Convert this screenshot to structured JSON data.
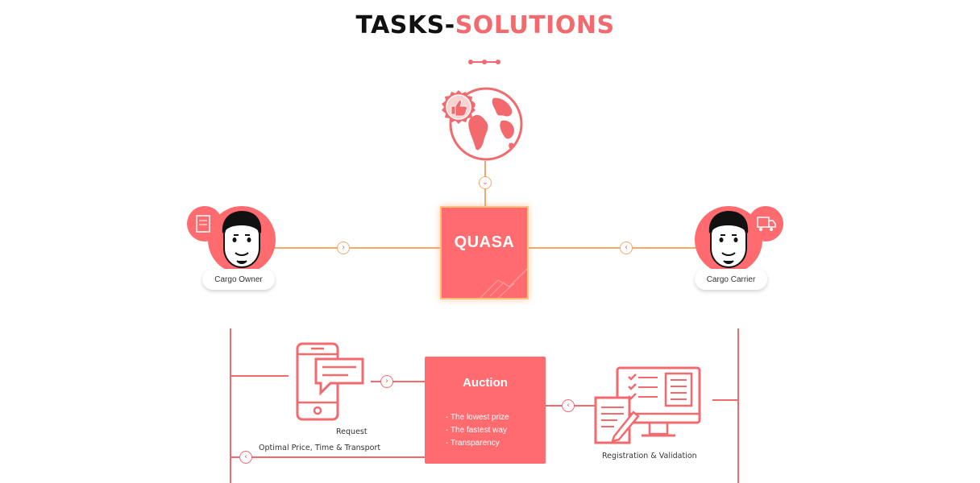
{
  "title": {
    "part1": "TASKS-",
    "part2": "SOLUTIONS"
  },
  "center_box": {
    "label": "QUASA"
  },
  "left_actor": {
    "label": "Cargo Owner"
  },
  "right_actor": {
    "label": "Cargo Carrier"
  },
  "auction": {
    "title": "Auction",
    "items": [
      "- The lowest prize",
      "- The fastest way",
      "- Transparency"
    ]
  },
  "request_label": "Request",
  "registration_label": "Registration & Validation",
  "result_label": "Optimal Price, Time & Transport",
  "icons": {
    "globe": "globe-icon",
    "thumbs_up": "thumbs-up-badge-icon",
    "owner_avatar": "cargo-owner-avatar-icon",
    "carrier_avatar": "cargo-carrier-avatar-icon",
    "phone": "mobile-message-icon",
    "monitor": "monitor-checklist-icon"
  },
  "colors": {
    "accent": "#f26a6d",
    "box": "#ff6b6e",
    "border_orange": "#ffc07c",
    "text": "#111111"
  }
}
